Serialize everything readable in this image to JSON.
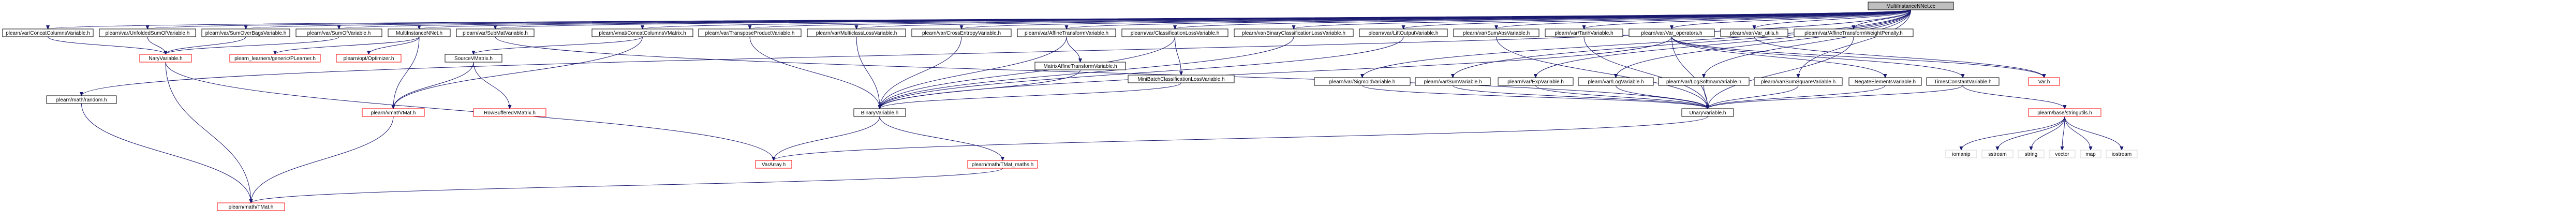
{
  "colors": {
    "edge": "#191970",
    "node_border": "#000000",
    "node_border_red": "#ff0000",
    "root_fill": "#bfbfbf",
    "node_fill": "#ffffff",
    "system_border": "#d3d3d3"
  },
  "nodes": [
    {
      "id": "root",
      "label": "MultiInstanceNNet.cc",
      "kind": "root"
    },
    {
      "id": "concatcols",
      "label": "plearn/var/ConcatColumnsVariable.h",
      "kind": "normal"
    },
    {
      "id": "unfolded",
      "label": "plearn/var/UnfoldedSumOfVariable.h",
      "kind": "normal"
    },
    {
      "id": "sumoverbags",
      "label": "plearn/var/SumOverBagsVariable.h",
      "kind": "normal"
    },
    {
      "id": "sumof",
      "label": "plearn/var/SumOfVariable.h",
      "kind": "normal"
    },
    {
      "id": "minst_h",
      "label": "MultiInstanceNNet.h",
      "kind": "normal"
    },
    {
      "id": "submat",
      "label": "plearn/var/SubMatVariable.h",
      "kind": "normal"
    },
    {
      "id": "concatcolsvm",
      "label": "plearn/vmat/ConcatColumnsVMatrix.h",
      "kind": "normal"
    },
    {
      "id": "transposeprod",
      "label": "plearn/var/TransposeProductVariable.h",
      "kind": "normal"
    },
    {
      "id": "multiclassloss",
      "label": "plearn/var/MulticlassLossVariable.h",
      "kind": "normal"
    },
    {
      "id": "crossentropy",
      "label": "plearn/var/CrossEntropyVariable.h",
      "kind": "normal"
    },
    {
      "id": "affinetransform",
      "label": "plearn/var/AffineTransformVariable.h",
      "kind": "normal"
    },
    {
      "id": "classloss",
      "label": "plearn/var/ClassificationLossVariable.h",
      "kind": "normal"
    },
    {
      "id": "binclassloss",
      "label": "plearn/var/BinaryClassificationLossVariable.h",
      "kind": "normal"
    },
    {
      "id": "liftoutput",
      "label": "plearn/var/LiftOutputVariable.h",
      "kind": "normal"
    },
    {
      "id": "sumabs",
      "label": "plearn/var/SumAbsVariable.h",
      "kind": "normal"
    },
    {
      "id": "tanh",
      "label": "plearn/var/TanhVariable.h",
      "kind": "normal"
    },
    {
      "id": "varops",
      "label": "plearn/var/Var_operators.h",
      "kind": "normal"
    },
    {
      "id": "varutils",
      "label": "plearn/var/Var_utils.h",
      "kind": "normal"
    },
    {
      "id": "affineweightpen",
      "label": "plearn/var/AffineTransformWeightPenalty.h",
      "kind": "normal"
    },
    {
      "id": "random",
      "label": "plearn/math/random.h",
      "kind": "normal"
    },
    {
      "id": "naryvar",
      "label": "NaryVariable.h",
      "kind": "red"
    },
    {
      "id": "plearner",
      "label": "plearn_learners/generic/PLearner.h",
      "kind": "red"
    },
    {
      "id": "optimizer",
      "label": "plearn/opt/Optimizer.h",
      "kind": "red"
    },
    {
      "id": "sourcevm",
      "label": "SourceVMatrix.h",
      "kind": "normal"
    },
    {
      "id": "matrixaffine",
      "label": "MatrixAffineTransformVariable.h",
      "kind": "normal"
    },
    {
      "id": "minibatch",
      "label": "MiniBatchClassificationLossVariable.h",
      "kind": "normal"
    },
    {
      "id": "sigmoid",
      "label": "plearn/var/SigmoidVariable.h",
      "kind": "normal"
    },
    {
      "id": "sum",
      "label": "plearn/var/SumVariable.h",
      "kind": "normal"
    },
    {
      "id": "exp",
      "label": "plearn/var/ExpVariable.h",
      "kind": "normal"
    },
    {
      "id": "log",
      "label": "plearn/var/LogVariable.h",
      "kind": "normal"
    },
    {
      "id": "logsoftmax",
      "label": "plearn/var/LogSoftmaxVariable.h",
      "kind": "normal"
    },
    {
      "id": "sumsquare",
      "label": "plearn/var/SumSquareVariable.h",
      "kind": "normal"
    },
    {
      "id": "negate",
      "label": "NegateElementsVariable.h",
      "kind": "normal"
    },
    {
      "id": "timesconst",
      "label": "TimesConstantVariable.h",
      "kind": "normal"
    },
    {
      "id": "var_h",
      "label": "Var.h",
      "kind": "red"
    },
    {
      "id": "vmat",
      "label": "plearn/vmat/VMat.h",
      "kind": "red"
    },
    {
      "id": "rowbuffered",
      "label": "RowBufferedVMatrix.h",
      "kind": "red"
    },
    {
      "id": "binaryvar",
      "label": "BinaryVariable.h",
      "kind": "normal"
    },
    {
      "id": "unaryvar",
      "label": "UnaryVariable.h",
      "kind": "normal"
    },
    {
      "id": "stringutils",
      "label": "plearn/base/stringutils.h",
      "kind": "red"
    },
    {
      "id": "vararray",
      "label": "VarArray.h",
      "kind": "red"
    },
    {
      "id": "tmatmaths",
      "label": "plearn/math/TMat_maths.h",
      "kind": "red"
    },
    {
      "id": "tmat",
      "label": "plearn/math/TMat.h",
      "kind": "red"
    },
    {
      "id": "iomanip",
      "label": "iomanip",
      "kind": "system"
    },
    {
      "id": "sstream",
      "label": "sstream",
      "kind": "system"
    },
    {
      "id": "string",
      "label": "string",
      "kind": "system"
    },
    {
      "id": "vector",
      "label": "vector",
      "kind": "system"
    },
    {
      "id": "map",
      "label": "map",
      "kind": "system"
    },
    {
      "id": "iostream",
      "label": "iostream",
      "kind": "system"
    }
  ],
  "edges": [
    [
      "root",
      "concatcols"
    ],
    [
      "root",
      "unfolded"
    ],
    [
      "root",
      "sumoverbags"
    ],
    [
      "root",
      "sumof"
    ],
    [
      "root",
      "minst_h"
    ],
    [
      "root",
      "submat"
    ],
    [
      "root",
      "concatcolsvm"
    ],
    [
      "root",
      "transposeprod"
    ],
    [
      "root",
      "multiclassloss"
    ],
    [
      "root",
      "crossentropy"
    ],
    [
      "root",
      "affinetransform"
    ],
    [
      "root",
      "classloss"
    ],
    [
      "root",
      "binclassloss"
    ],
    [
      "root",
      "liftoutput"
    ],
    [
      "root",
      "sumabs"
    ],
    [
      "root",
      "tanh"
    ],
    [
      "root",
      "varops"
    ],
    [
      "root",
      "varutils"
    ],
    [
      "root",
      "affineweightpen"
    ],
    [
      "root",
      "random"
    ],
    [
      "root",
      "exp"
    ],
    [
      "root",
      "log"
    ],
    [
      "root",
      "logsoftmax"
    ],
    [
      "root",
      "sumsquare"
    ],
    [
      "root",
      "sigmoid"
    ],
    [
      "root",
      "sum"
    ],
    [
      "concatcols",
      "naryvar"
    ],
    [
      "unfolded",
      "naryvar"
    ],
    [
      "sumoverbags",
      "naryvar"
    ],
    [
      "sumof",
      "naryvar"
    ],
    [
      "minst_h",
      "plearner"
    ],
    [
      "minst_h",
      "optimizer"
    ],
    [
      "minst_h",
      "vmat"
    ],
    [
      "submat",
      "unaryvar"
    ],
    [
      "concatcolsvm",
      "sourcevm"
    ],
    [
      "concatcolsvm",
      "vmat"
    ],
    [
      "sourcevm",
      "vmat"
    ],
    [
      "sourcevm",
      "rowbuffered"
    ],
    [
      "transposeprod",
      "binaryvar"
    ],
    [
      "multiclassloss",
      "binaryvar"
    ],
    [
      "crossentropy",
      "binaryvar"
    ],
    [
      "affinetransform",
      "matrixaffine"
    ],
    [
      "affinetransform",
      "binaryvar"
    ],
    [
      "matrixaffine",
      "binaryvar"
    ],
    [
      "classloss",
      "minibatch"
    ],
    [
      "classloss",
      "binaryvar"
    ],
    [
      "minibatch",
      "binaryvar"
    ],
    [
      "binclassloss",
      "binaryvar"
    ],
    [
      "liftoutput",
      "binaryvar"
    ],
    [
      "sumabs",
      "unaryvar"
    ],
    [
      "tanh",
      "unaryvar"
    ],
    [
      "sigmoid",
      "unaryvar"
    ],
    [
      "sum",
      "unaryvar"
    ],
    [
      "exp",
      "unaryvar"
    ],
    [
      "log",
      "unaryvar"
    ],
    [
      "logsoftmax",
      "unaryvar"
    ],
    [
      "sumsquare",
      "unaryvar"
    ],
    [
      "varops",
      "negate"
    ],
    [
      "varops",
      "timesconst"
    ],
    [
      "varops",
      "var_h"
    ],
    [
      "varops",
      "binaryvar"
    ],
    [
      "varops",
      "unaryvar"
    ],
    [
      "negate",
      "unaryvar"
    ],
    [
      "timesconst",
      "unaryvar"
    ],
    [
      "timesconst",
      "stringutils"
    ],
    [
      "varutils",
      "var_h"
    ],
    [
      "affineweightpen",
      "unaryvar"
    ],
    [
      "naryvar",
      "vararray"
    ],
    [
      "naryvar",
      "tmat"
    ],
    [
      "binaryvar",
      "vararray"
    ],
    [
      "binaryvar",
      "tmatmaths"
    ],
    [
      "unaryvar",
      "vararray"
    ],
    [
      "vmat",
      "tmat"
    ],
    [
      "tmatmaths",
      "tmat"
    ],
    [
      "random",
      "tmat"
    ],
    [
      "stringutils",
      "iomanip"
    ],
    [
      "stringutils",
      "sstream"
    ],
    [
      "stringutils",
      "string"
    ],
    [
      "stringutils",
      "vector"
    ],
    [
      "stringutils",
      "map"
    ],
    [
      "stringutils",
      "iostream"
    ]
  ]
}
